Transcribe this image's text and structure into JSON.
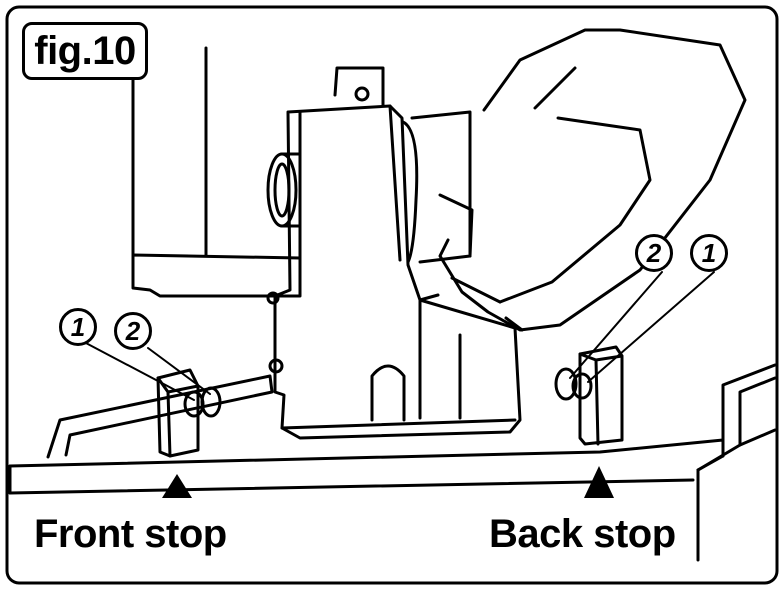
{
  "figure": {
    "label": "fig.10"
  },
  "captions": {
    "front": "Front stop",
    "back": "Back stop"
  },
  "callouts": {
    "front_one": "1",
    "front_two": "2",
    "back_two": "2",
    "back_one": "1"
  }
}
